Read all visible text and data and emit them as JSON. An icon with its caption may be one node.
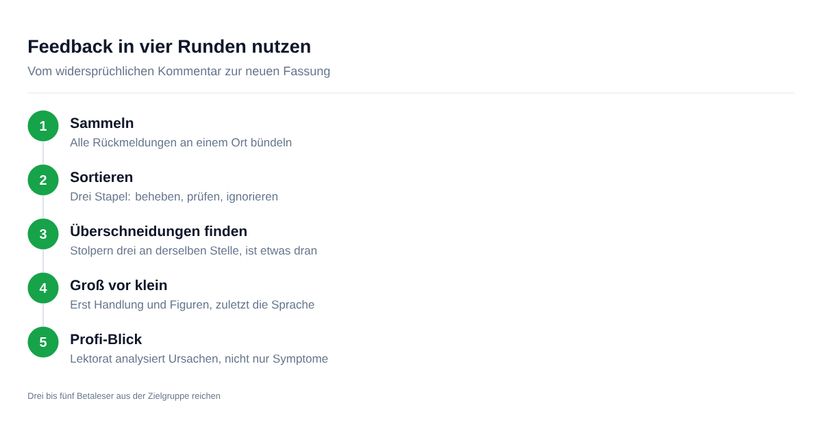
{
  "diagram": {
    "title": "Feedback in vier Runden nutzen",
    "nodes": [
      {
        "text": [
          "1"
        ],
        "beside": [
          "Sammeln",
          "Alle Rückmeldungen an einem Ort bündeln"
        ]
      },
      {
        "text": [
          "2"
        ],
        "beside": [
          "Sortieren",
          "Drei Stapel: beheben, prüfen, ignorieren"
        ]
      },
      {
        "text": [
          "3"
        ],
        "beside": [
          "Überschneidungen finden",
          "Stolpern drei an derselben Stelle, ist etwas dran"
        ]
      },
      {
        "text": [
          "4"
        ],
        "beside": [
          "Groß vor klein",
          "Erst Handlung und Figuren, zuletzt die Sprache"
        ]
      },
      {
        "text": [
          "5"
        ],
        "beside": [
          "Profi-Blick",
          "Lektorat analysiert Ursachen, nicht nur Symptome"
        ]
      }
    ],
    "edges": [
      {
        "from": 0,
        "to": 1,
        "arrow": "none"
      },
      {
        "from": 1,
        "to": 2,
        "arrow": "none"
      },
      {
        "from": 2,
        "to": 3,
        "arrow": "none"
      },
      {
        "from": 3,
        "to": 4,
        "arrow": "none"
      }
    ],
    "labels": [
      "Vom widersprüchlichen Kommentar zur neuen Fassung",
      "Drei bis fünf Betaleser aus der Zielgruppe reichen"
    ]
  }
}
